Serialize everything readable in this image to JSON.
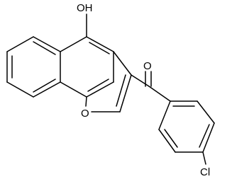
{
  "molecule": {
    "atoms": {
      "hydroxyl": "OH",
      "ring_oxygen": "O",
      "ketone_oxygen": "O",
      "chlorine": "Cl"
    }
  },
  "colors": {
    "bond": "#000000",
    "background": "#ffffff"
  }
}
